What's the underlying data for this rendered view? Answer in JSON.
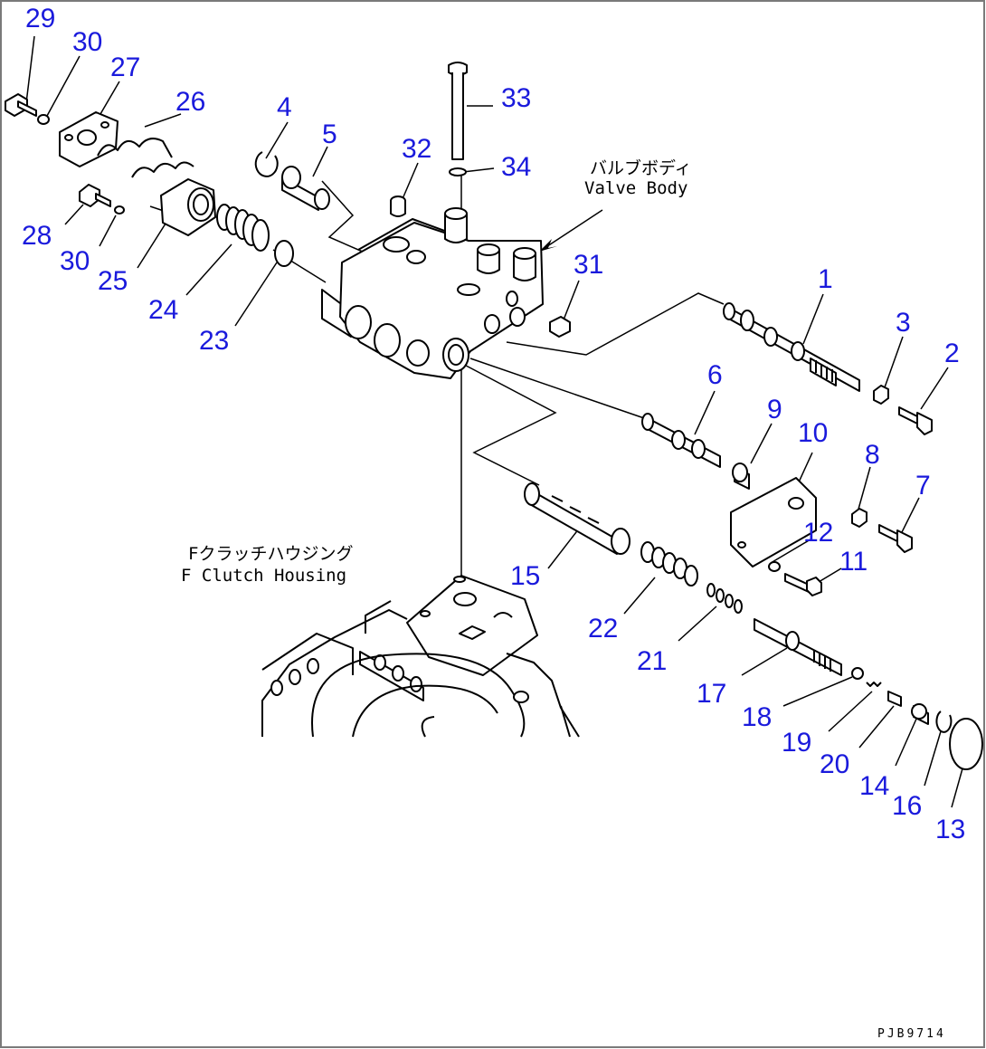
{
  "drawing_code": "PJB9714",
  "labels": {
    "valve_body_jp": "バルブボディ",
    "valve_body_en": "Valve Body",
    "clutch_housing_jp": "Fクラッチハウジング",
    "clutch_housing_en": "F Clutch Housing"
  },
  "part_numbers": {
    "p1": "1",
    "p2": "2",
    "p3": "3",
    "p4": "4",
    "p5": "5",
    "p6": "6",
    "p7": "7",
    "p8": "8",
    "p9": "9",
    "p10": "10",
    "p11": "11",
    "p12": "12",
    "p13": "13",
    "p14": "14",
    "p15": "15",
    "p16": "16",
    "p17": "17",
    "p18": "18",
    "p19": "19",
    "p20": "20",
    "p21": "21",
    "p22": "22",
    "p23": "23",
    "p24": "24",
    "p25": "25",
    "p26": "26",
    "p27": "27",
    "p28": "28",
    "p29": "29",
    "p30a": "30",
    "p30b": "30",
    "p31": "31",
    "p32": "32",
    "p33": "33",
    "p34": "34"
  },
  "colors": {
    "callout": "#1a1adc",
    "line": "#000000",
    "frame": "#7a7a7a"
  }
}
